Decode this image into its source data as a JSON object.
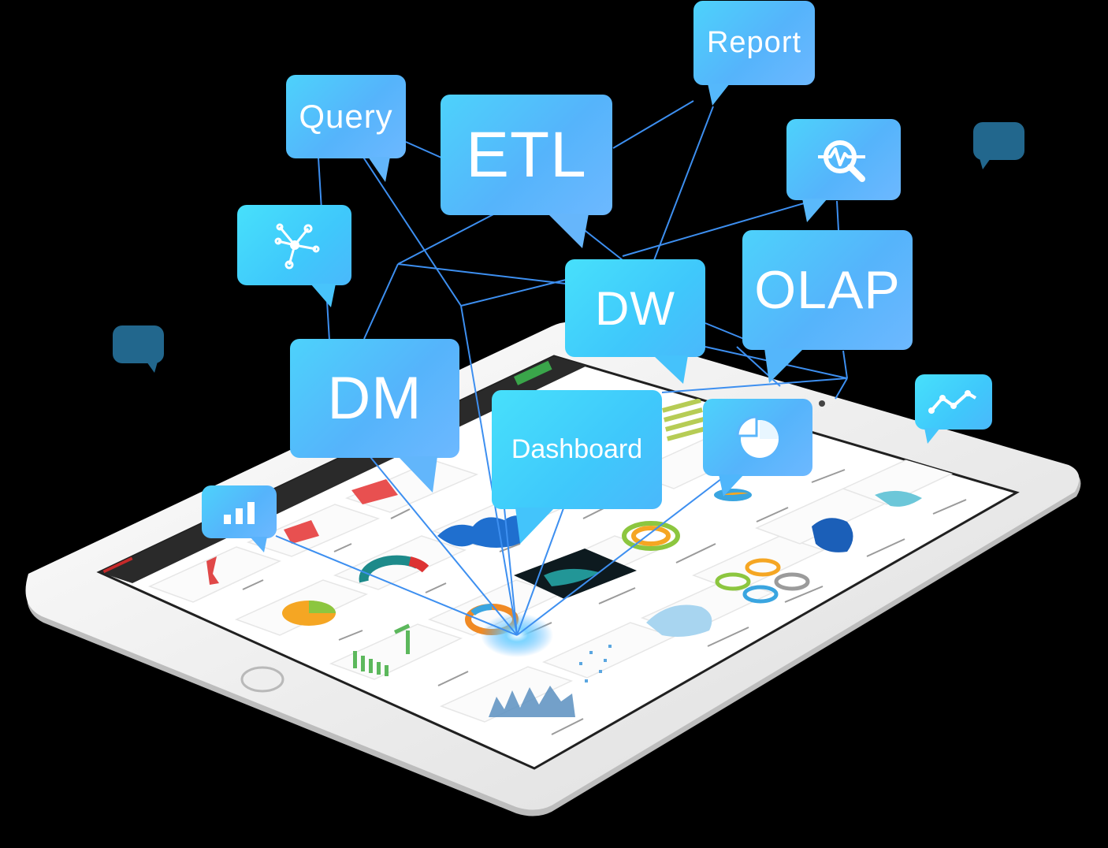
{
  "bubbles": {
    "report": "Report",
    "query": "Query",
    "etl": "ETL",
    "dw": "DW",
    "olap": "OLAP",
    "dm": "DM",
    "dashboard": "Dashboard"
  },
  "icons": {
    "analysis": "magnifier-pulse-icon",
    "network": "network-nodes-icon",
    "pie": "pie-chart-icon",
    "bar": "bar-chart-icon",
    "line": "line-chart-icon"
  },
  "colors": {
    "background": "#000000",
    "bubble_blue": "#55b4fb",
    "bubble_cyan": "#3fc8fb",
    "bubble_dark": "#22678d",
    "tablet_frame": "#f2f2f2",
    "screen_toolbar": "#2a2a2a"
  }
}
